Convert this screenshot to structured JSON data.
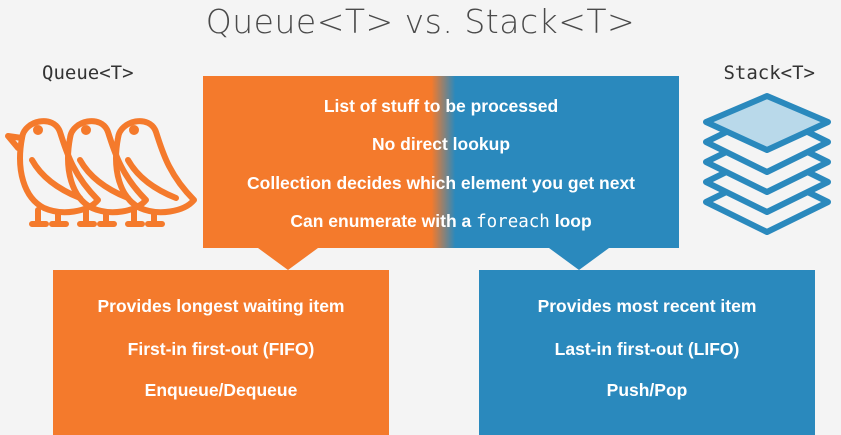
{
  "title": "Queue<T> vs. Stack<T>",
  "labels": {
    "queue": "Queue<T>",
    "stack": "Stack<T>"
  },
  "shared": {
    "line1": "List of stuff to be processed",
    "line2": "No direct lookup",
    "line3": "Collection decides which element you get next",
    "line4_prefix": "Can enumerate with a ",
    "line4_code": "foreach",
    "line4_suffix": " loop"
  },
  "queue_box": {
    "line1": "Provides longest waiting item",
    "line2": "First-in first-out (FIFO)",
    "line3": "Enqueue/Dequeue"
  },
  "stack_box": {
    "line1": "Provides most recent item",
    "line2": "Last-in first-out (LIFO)",
    "line3": "Push/Pop"
  },
  "colors": {
    "orange": "#f47a2c",
    "blue": "#2a89bd",
    "background": "#f4f4f4"
  },
  "icons": {
    "queue": "birds-in-line-icon",
    "stack": "stacked-layers-icon"
  }
}
